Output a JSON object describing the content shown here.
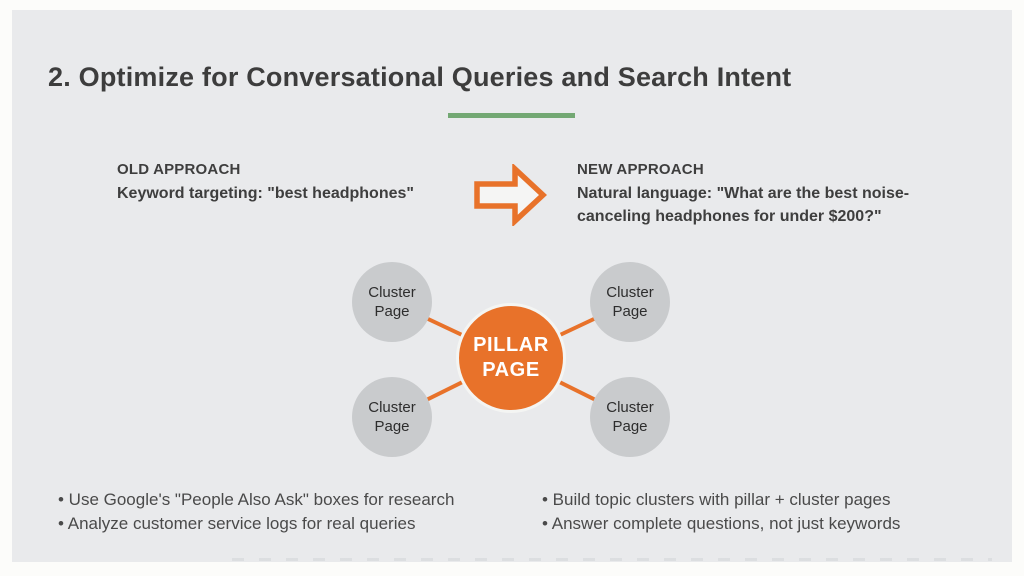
{
  "slide": {
    "title": "2. Optimize for Conversational Queries and Search Intent",
    "accent_green": "#73A873",
    "accent_orange": "#E8722A",
    "background": "#E9EAEC"
  },
  "approaches": {
    "old": {
      "label": "OLD APPROACH",
      "text": "Keyword targeting: \"best headphones\""
    },
    "arrow_icon": "right-block-arrow",
    "new": {
      "label": "NEW APPROACH",
      "lines": [
        "Natural language: \"What are the best noise-",
        "canceling headphones for under $200?\""
      ]
    }
  },
  "diagram": {
    "pillar": {
      "line1": "PILLAR",
      "line2": "PAGE",
      "color": "#E8722A",
      "text_color": "#FFFFFF"
    },
    "cluster_color": "#C9CBCD",
    "connector_color": "#E8722A",
    "clusters": [
      {
        "line1": "Cluster",
        "line2": "Page"
      },
      {
        "line1": "Cluster",
        "line2": "Page"
      },
      {
        "line1": "Cluster",
        "line2": "Page"
      },
      {
        "line1": "Cluster",
        "line2": "Page"
      }
    ]
  },
  "notes": {
    "left": [
      "• Use Google's \"People Also Ask\" boxes for research",
      "• Analyze customer service logs for real queries"
    ],
    "right": [
      "• Build topic clusters with pillar + cluster pages",
      "• Answer complete questions, not just keywords"
    ]
  }
}
